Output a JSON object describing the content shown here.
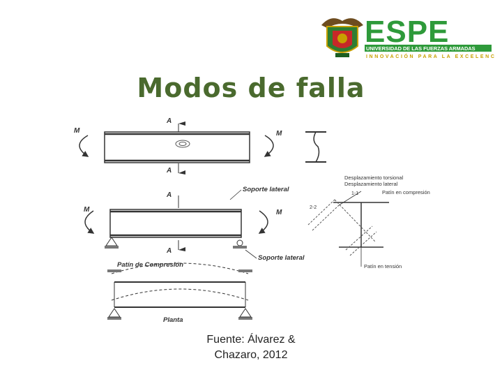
{
  "logo": {
    "brand": "ESPE",
    "university": "UNIVERSIDAD DE LAS FUERZAS ARMADAS",
    "slogan": "INNOVACIÓN PARA LA EXCELENCIA",
    "colors": {
      "green": "#2e7d32",
      "dark_green": "#1b5e20",
      "gold": "#c8a000"
    }
  },
  "title": "Modos de falla",
  "figure": {
    "labels": {
      "section_a": "A",
      "moment": "M",
      "lateral_support": "Soporte lateral",
      "compression_flange": "Patín de Compresión",
      "plan": "Planta",
      "torsional_disp": "Desplazamiento torsional",
      "lateral_disp": "Desplazamiento lateral",
      "flange_compression": "Patín en compresión",
      "flange_tension": "Patín en tensión",
      "section_1": "1-1",
      "section_2": "2-2"
    }
  },
  "source": {
    "line1": "Fuente: Álvarez &",
    "line2": "Chazaro, 2012"
  }
}
